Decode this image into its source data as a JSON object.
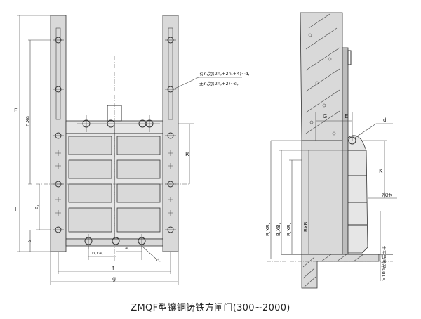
{
  "caption": "ZMQF型镶铜铸铁方闸门(300~2000)",
  "front_view": {
    "labels": {
      "F": "F",
      "n_xa": "n,xa,",
      "a1": "a,",
      "I": "I",
      "a": "a",
      "R": "R",
      "n2xa2": "n,xa,",
      "a2": "a,",
      "d1": "d,",
      "f": "f",
      "g": "g"
    },
    "notes": [
      "有n,为(2n,+2n,+4)~d,",
      "无n,为(2n,+2)~d,"
    ]
  },
  "section_view": {
    "labels": {
      "G": "G",
      "E": "E",
      "d2": "d,",
      "K": "K",
      "water_pressure": "水压",
      "BxB1": "B,XB,",
      "BxB2": "B,XB,",
      "BxB3": "B,XB,",
      "BxB": "BXB",
      "install_note": ">100安装后压平"
    }
  }
}
